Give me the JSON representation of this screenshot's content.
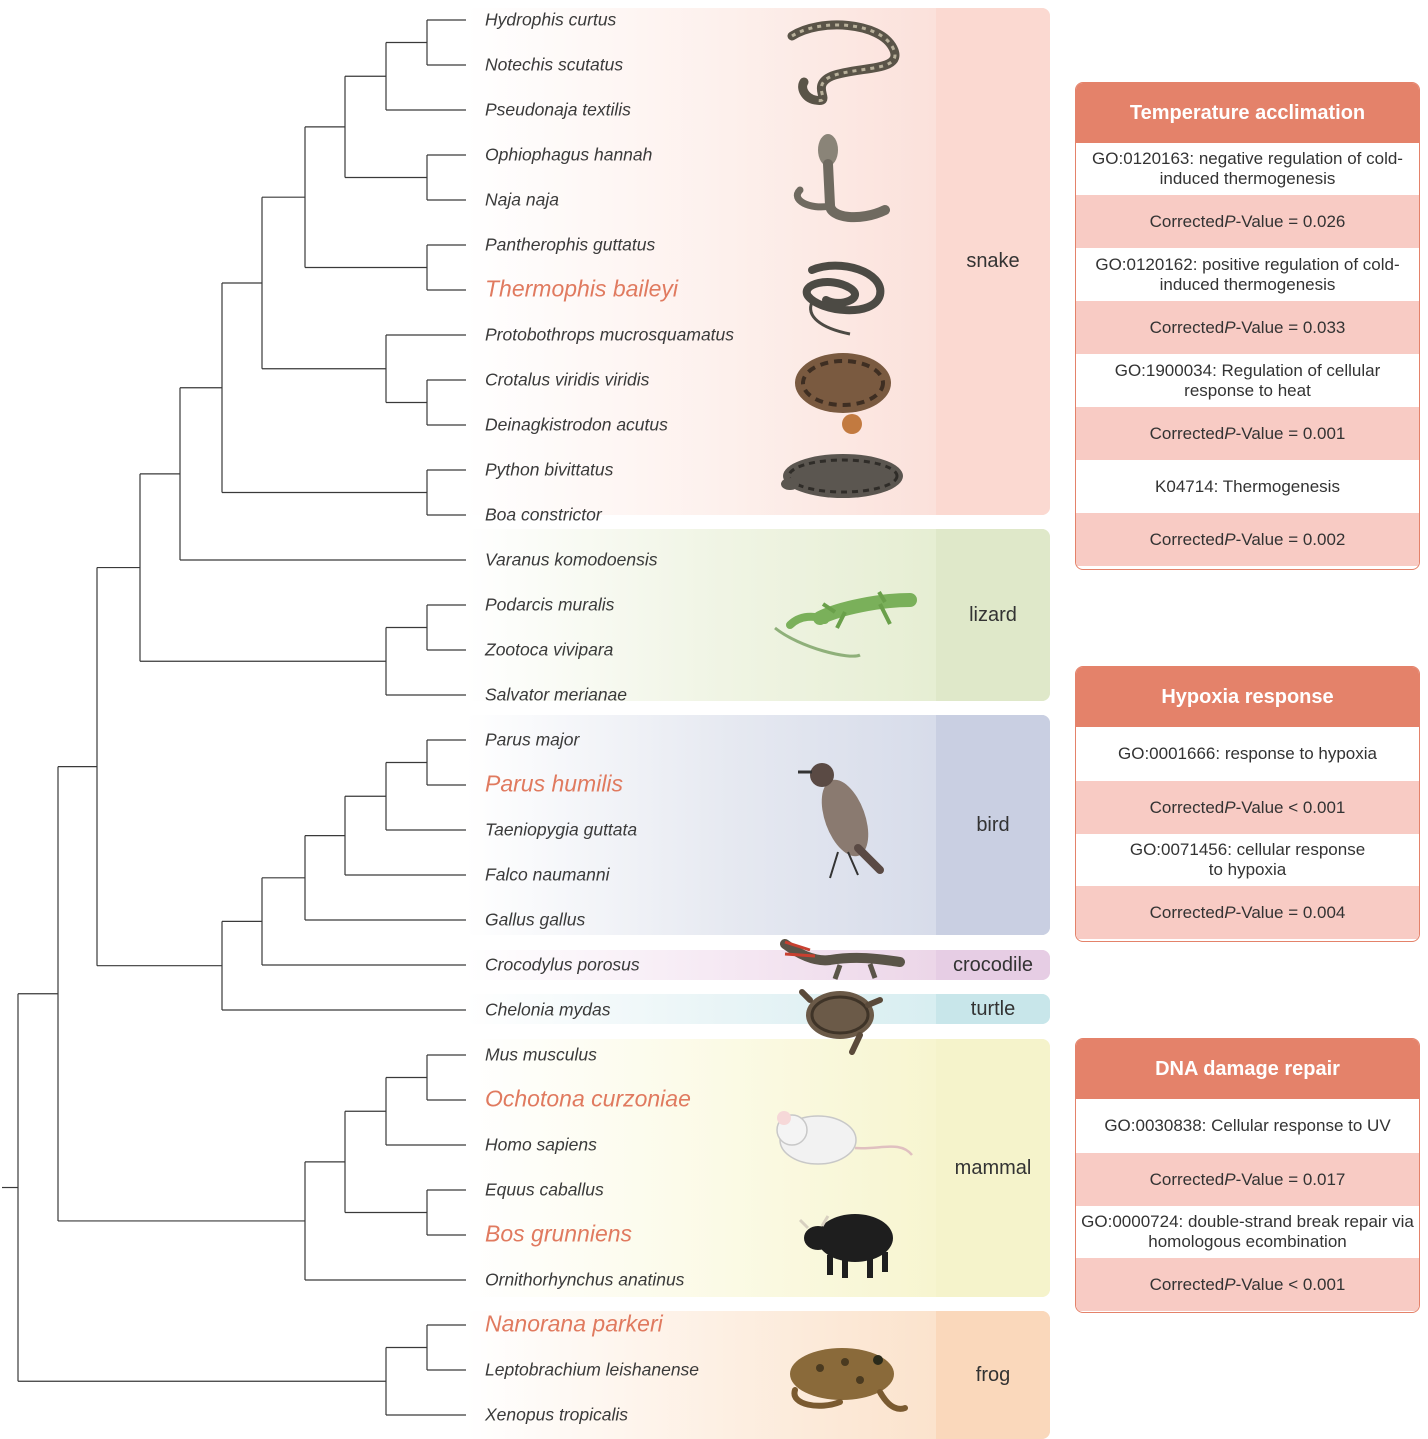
{
  "colors": {
    "highlight": "#e07a5f",
    "panel_header": "#e4826a",
    "panel_pvalue_row": "#f8cbc4",
    "snake": "#fbe1db",
    "lizard": "#e6eed3",
    "bird": "#ccd2e3",
    "crocodile": "#ecd6e8",
    "turtle": "#cde7eb",
    "mammal": "#f7f5d0",
    "frog": "#fbe0c7"
  },
  "groups": {
    "snake": "snake",
    "lizard": "lizard",
    "bird": "bird",
    "crocodile": "crocodile",
    "turtle": "turtle",
    "mammal": "mammal",
    "frog": "frog"
  },
  "species": [
    {
      "name": "Hydrophis curtus",
      "highlight": false
    },
    {
      "name": "Notechis scutatus",
      "highlight": false
    },
    {
      "name": "Pseudonaja textilis",
      "highlight": false
    },
    {
      "name": "Ophiophagus hannah",
      "highlight": false
    },
    {
      "name": "Naja naja",
      "highlight": false
    },
    {
      "name": "Pantherophis guttatus",
      "highlight": false
    },
    {
      "name": "Thermophis baileyi",
      "highlight": true
    },
    {
      "name": "Protobothrops mucrosquamatus",
      "highlight": false
    },
    {
      "name": "Crotalus viridis viridis",
      "highlight": false
    },
    {
      "name": "Deinagkistrodon acutus",
      "highlight": false
    },
    {
      "name": "Python bivittatus",
      "highlight": false
    },
    {
      "name": "Boa constrictor",
      "highlight": false
    },
    {
      "name": "Varanus komodoensis",
      "highlight": false
    },
    {
      "name": "Podarcis muralis",
      "highlight": false
    },
    {
      "name": "Zootoca vivipara",
      "highlight": false
    },
    {
      "name": "Salvator merianae",
      "highlight": false
    },
    {
      "name": "Parus major",
      "highlight": false
    },
    {
      "name": "Parus humilis",
      "highlight": true
    },
    {
      "name": "Taeniopygia guttata",
      "highlight": false
    },
    {
      "name": "Falco naumanni",
      "highlight": false
    },
    {
      "name": "Gallus gallus",
      "highlight": false
    },
    {
      "name": "Crocodylus porosus",
      "highlight": false
    },
    {
      "name": "Chelonia mydas",
      "highlight": false
    },
    {
      "name": "Mus musculus",
      "highlight": false
    },
    {
      "name": "Ochotona curzoniae",
      "highlight": true
    },
    {
      "name": "Homo sapiens",
      "highlight": false
    },
    {
      "name": "Equus caballus",
      "highlight": false
    },
    {
      "name": "Bos grunniens",
      "highlight": true
    },
    {
      "name": "Ornithorhynchus anatinus",
      "highlight": false
    },
    {
      "name": "Nanorana parkeri",
      "highlight": true
    },
    {
      "name": "Leptobrachium leishanense",
      "highlight": false
    },
    {
      "name": "Xenopus tropicalis",
      "highlight": false
    }
  ],
  "panels": {
    "temperature": {
      "title": "Temperature acclimation",
      "terms": [
        {
          "term": "GO:0120163: negative regulation of cold-induced thermogenesis",
          "pvalue_prefix": "Corrected ",
          "pvalue_italic": "P",
          "pvalue_suffix": "-Value = 0.026"
        },
        {
          "term": "GO:0120162: positive regulation of cold-induced thermogenesis",
          "pvalue_prefix": "Corrected ",
          "pvalue_italic": "P",
          "pvalue_suffix": "-Value = 0.033"
        },
        {
          "term": "GO:1900034: Regulation of cellular response to heat",
          "pvalue_prefix": "Corrected ",
          "pvalue_italic": "P",
          "pvalue_suffix": "-Value = 0.001"
        },
        {
          "term": "K04714: Thermogenesis",
          "pvalue_prefix": "Corrected ",
          "pvalue_italic": "P",
          "pvalue_suffix": "-Value = 0.002"
        }
      ]
    },
    "hypoxia": {
      "title": "Hypoxia response",
      "terms": [
        {
          "term": "GO:0001666: response to hypoxia",
          "pvalue_prefix": "Corrected ",
          "pvalue_italic": "P",
          "pvalue_suffix": "-Value  < 0.001"
        },
        {
          "term": "GO:0071456: cellular response to hypoxia",
          "pvalue_prefix": "Corrected ",
          "pvalue_italic": "P",
          "pvalue_suffix": "-Value = 0.004"
        }
      ]
    },
    "dna": {
      "title": "DNA damage repair",
      "terms": [
        {
          "term": "GO:0030838: Cellular response to UV",
          "pvalue_prefix": "Corrected ",
          "pvalue_italic": "P",
          "pvalue_suffix": "-Value = 0.017"
        },
        {
          "term": "GO:0000724: double-strand break repair via homologous ecombination",
          "pvalue_prefix": "Corrected ",
          "pvalue_italic": "P",
          "pvalue_suffix": "-Value < 0.001"
        }
      ]
    }
  },
  "illustrations": [
    "sea-snake-icon",
    "cobra-icon",
    "rat-snake-icon",
    "viper-icon",
    "python-icon",
    "lizard-icon",
    "bird-icon",
    "crocodile-icon",
    "turtle-icon",
    "mouse-icon",
    "yak-icon",
    "frog-icon"
  ]
}
